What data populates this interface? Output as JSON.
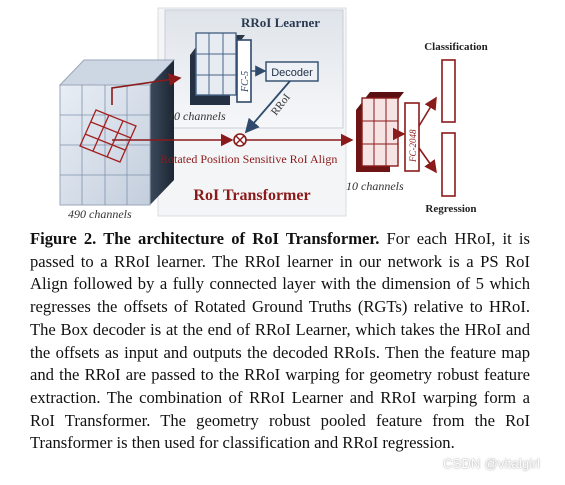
{
  "figure": {
    "rroi_learner_title": "RRoI Learner",
    "fc5_label": "FC-5",
    "decoder_label": "Decoder",
    "rroi_arrow_label": "RRoI",
    "channels_learner": "10 channels",
    "channels_input": "490 channels",
    "align_label": "Rotated Position Sensitive RoI Align",
    "transformer_title": "RoI Transformer",
    "channels_output": "10 channels",
    "fc2048_label": "FC-2048",
    "classification_label": "Classification",
    "regression_label": "Regression",
    "colors": {
      "accent_red": "#8b1a1a",
      "steel_blue": "#2f4a6b",
      "grid_blue": "#3a5a80"
    }
  },
  "caption": {
    "title": "Figure 2. The architecture of RoI Transformer.",
    "body": " For each HRoI, it is passed to a RRoI learner.  The RRoI learner in our network is a PS RoI Align followed by a fully connected layer with the dimension of 5 which regresses the offsets of Rotated Ground Truths (RGTs) relative to HRoI. The Box decoder is at the end of RRoI Learner, which takes the HRoI and the offsets as input and outputs the decoded RRoIs. Then the feature map and the RRoI are passed to the RRoI warping for geometry robust feature extraction. The combination of RRoI Learner and RRoI warping form a RoI Transformer.  The geometry robust pooled feature from the RoI Transformer is then used for classification and RRoI regression."
  },
  "watermark": "CSDN @vitalgirl"
}
